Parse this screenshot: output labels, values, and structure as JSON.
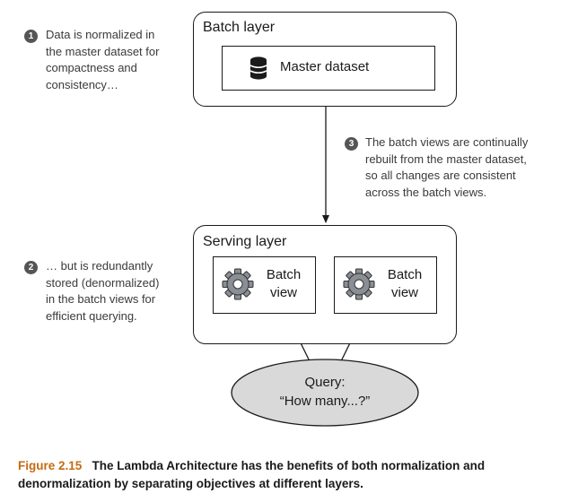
{
  "batch_layer": {
    "title": "Batch layer",
    "master_label": "Master dataset",
    "master_icon": "database-icon"
  },
  "serving_layer": {
    "title": "Serving layer",
    "views": [
      {
        "line1": "Batch",
        "line2": "view",
        "icon": "gear-icon"
      },
      {
        "line1": "Batch",
        "line2": "view",
        "icon": "gear-icon"
      }
    ]
  },
  "query": {
    "line1": "Query:",
    "line2": "“How many...?”"
  },
  "notes": {
    "n1": {
      "num": "1",
      "lines": [
        "Data is normalized in",
        "the master dataset for",
        "compactness and",
        "consistency…"
      ]
    },
    "n2": {
      "num": "2",
      "lines": [
        "… but is redundantly",
        "stored (denormalized)",
        "in the batch views for",
        "efficient querying."
      ]
    },
    "n3": {
      "num": "3",
      "lines": [
        "The batch views are continually",
        "rebuilt from the master dataset,",
        "so all changes are consistent",
        "across the batch views."
      ]
    }
  },
  "caption": {
    "figure": "Figure 2.15",
    "text_line1": "The Lambda Architecture has the benefits of both normalization and",
    "text_line2": "denormalization by separating objectives at different layers."
  },
  "colors": {
    "caption_accent": "#c46b12",
    "query_bubble": "#d9d9d9",
    "number_badge": "#555555"
  }
}
